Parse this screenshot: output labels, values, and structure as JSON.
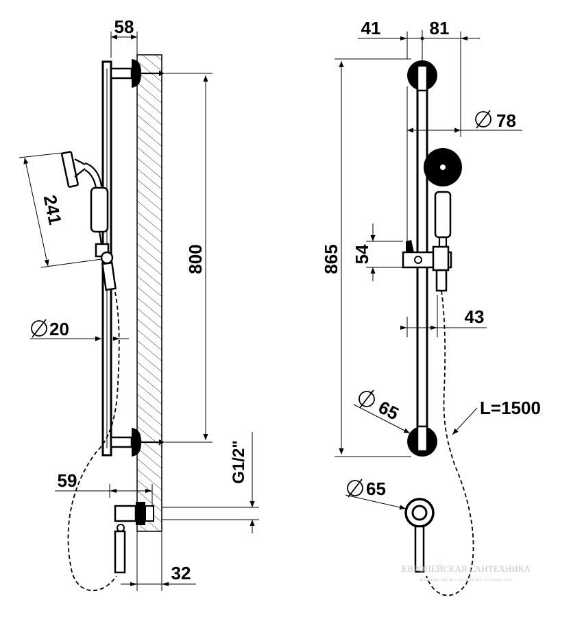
{
  "dimensions": {
    "d58": "58",
    "d41": "41",
    "d81": "81",
    "d241": "241",
    "d800": "800",
    "d865": "865",
    "d78": "78",
    "d54": "54",
    "d43": "43",
    "d20": "20",
    "d65_bar": "65",
    "d65_outlet": "65",
    "hose_length": "L=1500",
    "thread": "G1/2\"",
    "d59": "59",
    "d32": "32"
  },
  "watermark": {
    "line1": "ЕВРОПЕЙСКАЯ САНТЕХНИКА",
    "line2": "КАМИНЫ • ПЕЧИ • ОТОПЛЕНИЕ • САУНЫ • СПА"
  },
  "diameter_symbol": "∅"
}
